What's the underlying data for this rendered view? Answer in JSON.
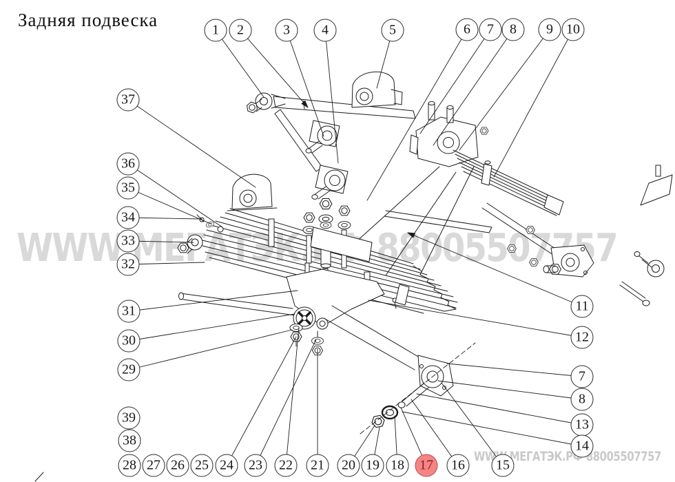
{
  "title": "Задняя подвеска",
  "watermark": {
    "center": "WWW.МЕГАТЭК.РФ 88005507757",
    "bottom": "WWW.МЕГАТЭК.РФ 88005507757",
    "color": "#d9d9d9"
  },
  "highlight": {
    "fill": "#f58484",
    "text_color": "#8c1d1d"
  },
  "highlighted_callout": "17",
  "callouts": {
    "top": [
      "1",
      "2",
      "3",
      "4",
      "5",
      "6",
      "7",
      "8",
      "9",
      "10"
    ],
    "left": [
      "37",
      "36",
      "35",
      "34",
      "33",
      "32",
      "31",
      "30",
      "29",
      "39",
      "38"
    ],
    "right": [
      "11",
      "12",
      "7",
      "8",
      "13",
      "14"
    ],
    "bottom": [
      "28",
      "27",
      "26",
      "25",
      "24",
      "23",
      "22",
      "21",
      "20",
      "19",
      "18",
      "17",
      "16",
      "15"
    ]
  }
}
